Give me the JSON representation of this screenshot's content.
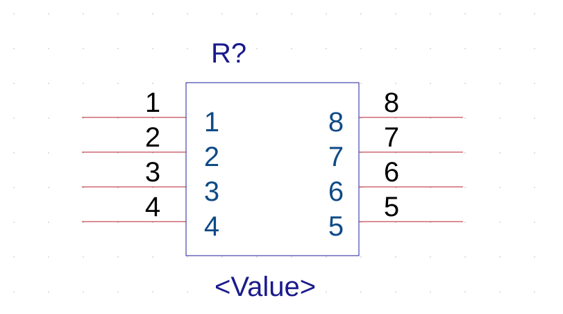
{
  "component": {
    "reference": "R?",
    "value": "<Value>",
    "left_pins": [
      {
        "number": "1",
        "name": "1"
      },
      {
        "number": "2",
        "name": "2"
      },
      {
        "number": "3",
        "name": "3"
      },
      {
        "number": "4",
        "name": "4"
      }
    ],
    "right_pins": [
      {
        "number": "8",
        "name": "8"
      },
      {
        "number": "7",
        "name": "7"
      },
      {
        "number": "6",
        "name": "6"
      },
      {
        "number": "5",
        "name": "5"
      }
    ]
  },
  "colors": {
    "pin_line": "#b51c2c",
    "body_outline": "#1c1c9c",
    "pin_number": "#000000",
    "pin_name": "#0f4a86",
    "label": "#1a1a8c",
    "grid": "#c8c8c8"
  }
}
